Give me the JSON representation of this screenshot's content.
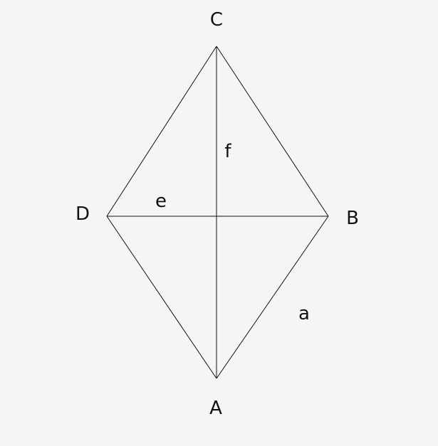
{
  "diagram": {
    "labels": {
      "vertex_c": "C",
      "vertex_d": "D",
      "vertex_b": "B",
      "vertex_a": "A",
      "diagonal_e": "e",
      "diagonal_f": "f",
      "side_a": "a"
    },
    "colors": {
      "background": "#f5f5f5",
      "stroke": "#111111"
    }
  }
}
